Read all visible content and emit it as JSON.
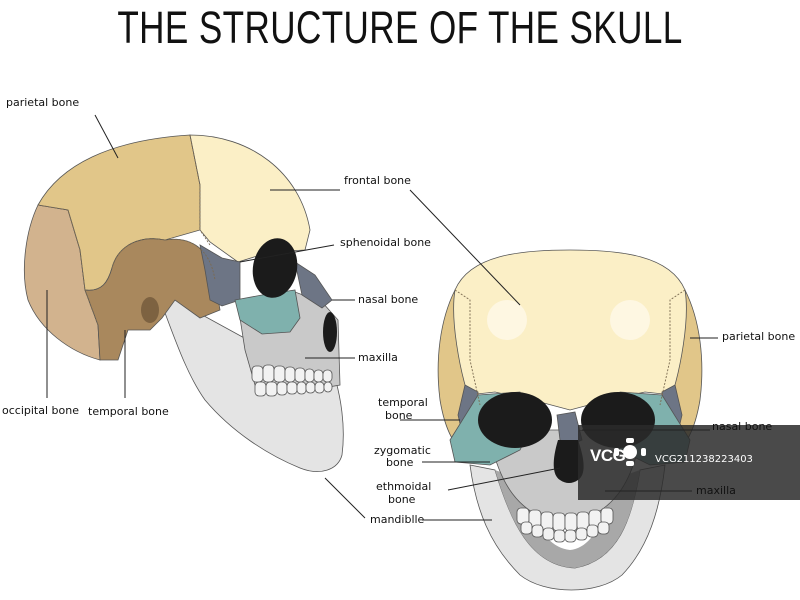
{
  "title": "THE STRUCTURE OF THE SKULL",
  "colors": {
    "frontal": "#fbefc6",
    "parietal": "#e1c689",
    "occipital": "#d2b38e",
    "temporal": "#a9885d",
    "sphenoid": "#6d7585",
    "zygomatic": "#7fb1ad",
    "maxilla": "#c9c9c9",
    "mandible": "#e4e4e4",
    "orbit": "#1b1b1b",
    "watermark": "#2a2a2a"
  },
  "side_view": {
    "labels": {
      "parietal": "parietal bone",
      "frontal": "frontal bone",
      "sphenoidal": "sphenoidal  bone",
      "nasal": "nasal bone",
      "maxilla": "maxilla",
      "occipital": "occipital bone",
      "temporal": "temporal bone",
      "mandible": "mandiblle"
    }
  },
  "front_view": {
    "labels": {
      "parietal": "parietal bone",
      "temporal_line1": "temporal",
      "temporal_line2": "bone",
      "nasal": "nasal bone",
      "zygomatic_line1": "zygomatic",
      "zygomatic_line2": "bone",
      "maxilla": "maxilla",
      "ethmoidal_line1": "ethmoidal",
      "ethmoidal_line2": "bone"
    }
  },
  "watermark": {
    "brand": "VCG",
    "text": "VCG211238223403"
  }
}
